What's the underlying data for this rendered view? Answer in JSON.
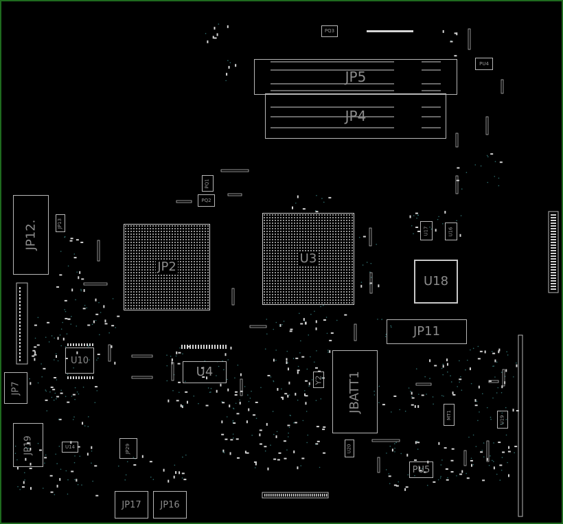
{
  "colors": {
    "background": "#000000",
    "border": "#1e6b1e",
    "outline": "#b8b8b8",
    "label": "#8c8c8c",
    "pads": "#d6d6d6",
    "vias": "#2f6f6f"
  },
  "components": {
    "jp5": "JP5",
    "jp4": "JP4",
    "jp12": "JP12.",
    "jp2": "JP2",
    "u3": "U3",
    "u18": "U18",
    "jp11": "JP11",
    "u4": "U4",
    "u10": "U10",
    "jbatt1": "JBATT1",
    "jp7": "JP7",
    "jp19": "JP19",
    "jp17": "JP17",
    "jp16": "JP16",
    "pu5": "PU5",
    "y2": "Y2",
    "pq3": "PQ3",
    "pu4": "PU4",
    "pq1": "PQ1",
    "pq2": "PQ2",
    "u17": "U17",
    "u16": "U16",
    "jp13": "JP13",
    "u14": "U14",
    "jp29": "JP29",
    "mt1": "MT1",
    "u19": "U19",
    "u20": "U20"
  }
}
